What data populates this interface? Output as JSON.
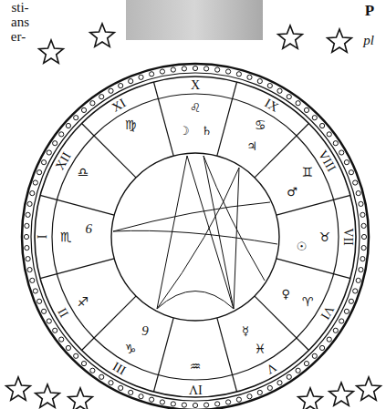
{
  "diagram": {
    "labels": [
      "sti-",
      "ans",
      "er-",
      "P",
      "pl",
      "I",
      "II",
      "III",
      "IV",
      "V",
      "VI",
      "VII",
      "VIII",
      "IX",
      "X",
      "XI",
      "XII",
      "♏",
      "♐",
      "♑",
      "♒",
      "♓",
      "♈",
      "♉",
      "♊",
      "♋",
      "♌",
      "♍",
      "♎",
      "☽",
      "♄",
      "♃",
      "♂",
      "☉",
      "♀",
      "☿",
      "6",
      "9"
    ]
  }
}
